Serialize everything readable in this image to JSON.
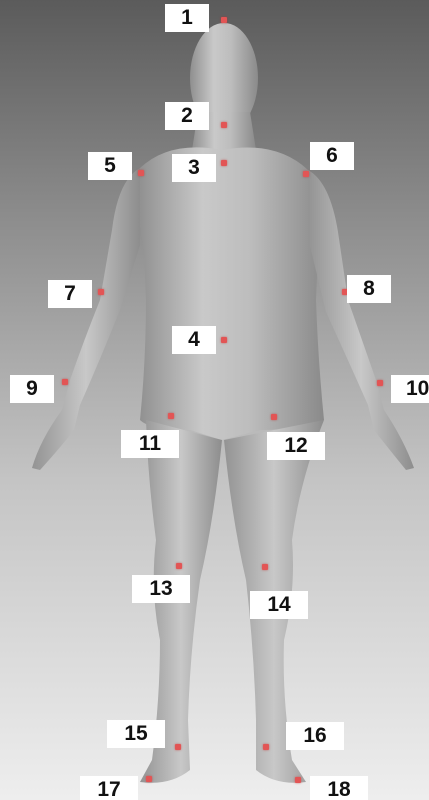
{
  "figure": {
    "marker_color": "#e25555",
    "label_background": "#ffffff",
    "body_color": "#b5b5b5",
    "points": [
      {
        "id": "1",
        "label": "1"
      },
      {
        "id": "2",
        "label": "2"
      },
      {
        "id": "3",
        "label": "3"
      },
      {
        "id": "4",
        "label": "4"
      },
      {
        "id": "5",
        "label": "5"
      },
      {
        "id": "6",
        "label": "6"
      },
      {
        "id": "7",
        "label": "7"
      },
      {
        "id": "8",
        "label": "8"
      },
      {
        "id": "9",
        "label": "9"
      },
      {
        "id": "10",
        "label": "10"
      },
      {
        "id": "11",
        "label": "11"
      },
      {
        "id": "12",
        "label": "12"
      },
      {
        "id": "13",
        "label": "13"
      },
      {
        "id": "14",
        "label": "14"
      },
      {
        "id": "15",
        "label": "15"
      },
      {
        "id": "16",
        "label": "16"
      },
      {
        "id": "17",
        "label": "17"
      },
      {
        "id": "18",
        "label": "18"
      }
    ]
  }
}
